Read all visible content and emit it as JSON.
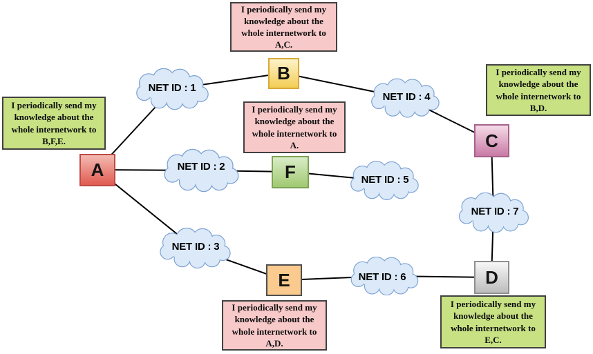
{
  "diagram": {
    "background": "#ffffff",
    "edge_color": "#000000",
    "cloud_style": {
      "fill": "#dbe9f8",
      "border": "#7da2d4"
    },
    "nodes": [
      {
        "id": "A",
        "label": "A",
        "fill": "#e05a51"
      },
      {
        "id": "B",
        "label": "B",
        "fill": "#f3cd55"
      },
      {
        "id": "C",
        "label": "C",
        "fill": "#c97aa5"
      },
      {
        "id": "D",
        "label": "D",
        "fill": "#bdbdbd"
      },
      {
        "id": "E",
        "label": "E",
        "fill": "#fbca8e"
      },
      {
        "id": "F",
        "label": "F",
        "fill": "#a0c971"
      }
    ],
    "clouds": [
      {
        "label": "NET ID : 1"
      },
      {
        "label": "NET ID : 2"
      },
      {
        "label": "NET ID : 3"
      },
      {
        "label": "NET ID : 4"
      },
      {
        "label": "NET ID : 5"
      },
      {
        "label": "NET ID : 6"
      },
      {
        "label": "NET ID : 7"
      }
    ],
    "notes": [
      {
        "attached_to": "B",
        "color": "#f8c9c9",
        "lines": [
          "I periodically send my",
          "knowledge about the",
          "whole internetwork to",
          "A,C."
        ]
      },
      {
        "attached_to": "A",
        "color": "#c7e183",
        "lines": [
          "I periodically send my",
          "knowledge about the",
          "whole internetwork to",
          "B,F,E."
        ]
      },
      {
        "attached_to": "F",
        "color": "#f8c9c9",
        "lines": [
          "I periodically send my",
          "knowledge about the",
          "whole internetwork to",
          "A."
        ]
      },
      {
        "attached_to": "C",
        "color": "#c7e183",
        "lines": [
          "I periodically send my",
          "knowledge about the",
          "whole internetwork to",
          "B,D."
        ]
      },
      {
        "attached_to": "E",
        "color": "#f8c9c9",
        "lines": [
          "I periodically send my",
          "knowledge about the",
          "whole internetwork to",
          "A,D."
        ]
      },
      {
        "attached_to": "D",
        "color": "#c7e183",
        "lines": [
          "I periodically send my",
          "knowledge about the",
          "whole internetwork to",
          "E,C."
        ]
      }
    ],
    "edges": [
      {
        "from": "A",
        "to": "NET ID : 1"
      },
      {
        "from": "NET ID : 1",
        "to": "B"
      },
      {
        "from": "B",
        "to": "NET ID : 4"
      },
      {
        "from": "NET ID : 4",
        "to": "C"
      },
      {
        "from": "A",
        "to": "NET ID : 2"
      },
      {
        "from": "NET ID : 2",
        "to": "F"
      },
      {
        "from": "F",
        "to": "NET ID : 5"
      },
      {
        "from": "A",
        "to": "NET ID : 3"
      },
      {
        "from": "NET ID : 3",
        "to": "E"
      },
      {
        "from": "E",
        "to": "NET ID : 6"
      },
      {
        "from": "NET ID : 6",
        "to": "D"
      },
      {
        "from": "D",
        "to": "NET ID : 7"
      },
      {
        "from": "NET ID : 7",
        "to": "C"
      }
    ]
  }
}
